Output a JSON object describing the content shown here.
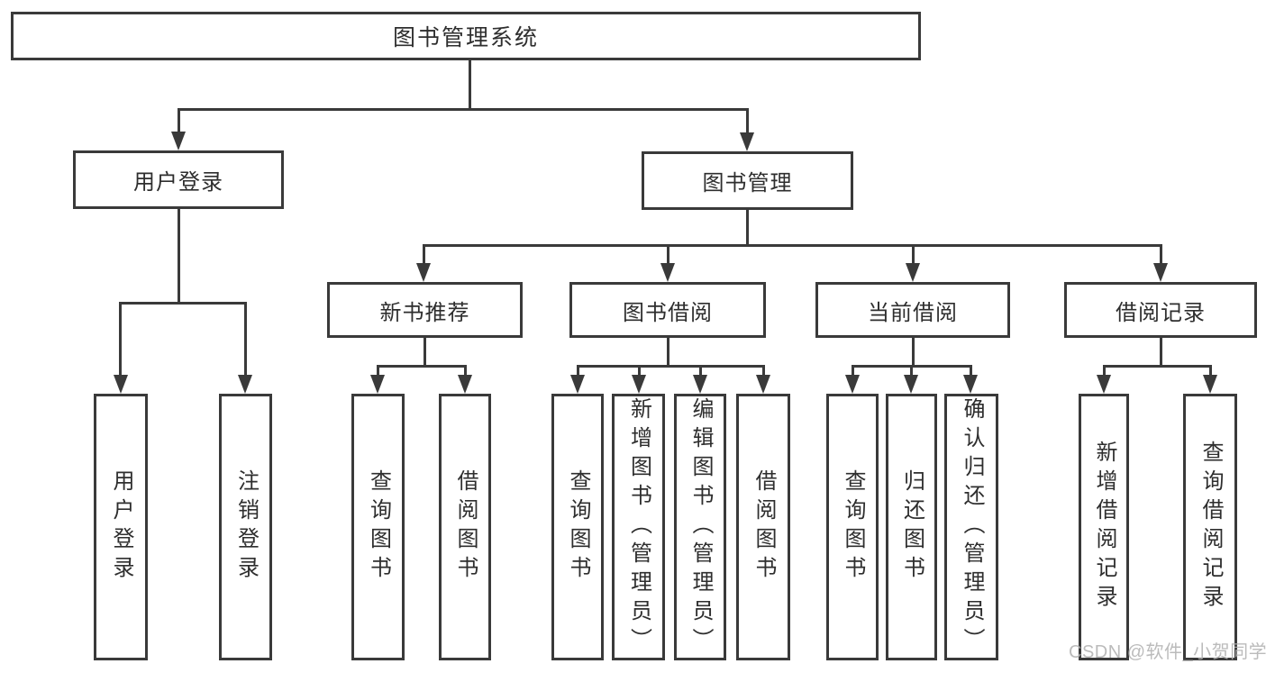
{
  "diagram_type": "hierarchy-tree",
  "colors": {
    "line": "#3a3a3a",
    "node_border": "#3a3a3a",
    "node_text": "#2e2e2e",
    "background": "#ffffff",
    "watermark": "#b0b0b0"
  },
  "tree": {
    "label": "图书管理系统",
    "children": [
      {
        "label": "用户登录",
        "children": [
          {
            "label": "用户登录"
          },
          {
            "label": "注销登录"
          }
        ]
      },
      {
        "label": "图书管理",
        "children": [
          {
            "label": "新书推荐",
            "children": [
              {
                "label": "查询图书"
              },
              {
                "label": "借阅图书"
              }
            ]
          },
          {
            "label": "图书借阅",
            "children": [
              {
                "label": "查询图书"
              },
              {
                "label": "新增图书（管理员）"
              },
              {
                "label": "编辑图书（管理员）"
              },
              {
                "label": "借阅图书"
              }
            ]
          },
          {
            "label": "当前借阅",
            "children": [
              {
                "label": "查询图书"
              },
              {
                "label": "归还图书"
              },
              {
                "label": "确认归还（管理员）"
              }
            ]
          },
          {
            "label": "借阅记录",
            "children": [
              {
                "label": "新增借阅记录"
              },
              {
                "label": "查询借阅记录"
              }
            ]
          }
        ]
      }
    ]
  },
  "watermark": "CSDN @软件_小贺同学"
}
